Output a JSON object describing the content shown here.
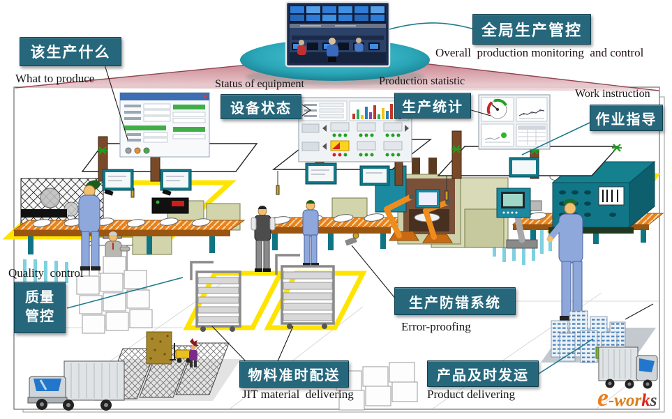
{
  "callouts": {
    "overall": {
      "zh": "全局生产管控",
      "en": "Overall  production monitoring  and control"
    },
    "what": {
      "zh": "该生产什么",
      "en": "What to produce"
    },
    "equipment": {
      "zh": "设备状态",
      "en": "Status of equipment"
    },
    "statistic": {
      "zh": "生产统计",
      "en": "Production statistic"
    },
    "instruction": {
      "zh": "作业指导",
      "en": "Work instruction"
    },
    "quality": {
      "zh1": "质量",
      "zh2": "管控",
      "en": "Quality  control"
    },
    "error": {
      "zh": "生产防错系统",
      "en": "Error-proofing"
    },
    "jit": {
      "zh": "物料准时配送",
      "en": "JIT material  delivering"
    },
    "product": {
      "zh": "产品及时发运",
      "en": "Product delivering"
    }
  },
  "logo": {
    "e": "e",
    "wor": "-wor",
    "k": "k",
    "s": "s"
  },
  "colors": {
    "callout_bg": "#26677c",
    "callout_border": "#123f4f",
    "platform_ellipse": "#2aa6b8",
    "funnel_pink": "#c4737f",
    "connector_teal": "#1f7a8e",
    "connector_black": "#1a1a1a",
    "floor_marking_yellow": "#ffe400",
    "conveyor_orange": "#e8821c",
    "machine_teal": "#117788",
    "logo_orange": "#ee7d18"
  }
}
